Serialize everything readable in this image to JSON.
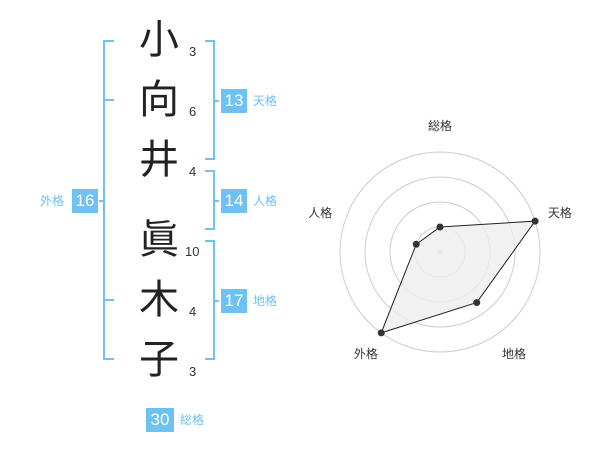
{
  "name": {
    "characters": [
      {
        "char": "小",
        "strokes": "3"
      },
      {
        "char": "向",
        "strokes": "6"
      },
      {
        "char": "井",
        "strokes": "4"
      },
      {
        "char": "眞",
        "strokes": "10"
      },
      {
        "char": "木",
        "strokes": "4"
      },
      {
        "char": "子",
        "strokes": "3"
      }
    ]
  },
  "fortunes": {
    "tenkaku": {
      "value": "13",
      "label": "天格"
    },
    "jinkaku": {
      "value": "14",
      "label": "人格"
    },
    "chikaku": {
      "value": "17",
      "label": "地格"
    },
    "gaikaku": {
      "value": "16",
      "label": "外格"
    },
    "soukaku": {
      "value": "30",
      "label": "総格"
    }
  },
  "colors": {
    "accent": "#6ec1f0",
    "bracket": "#6ec1f0",
    "radar_fill": "#eeeeee",
    "radar_line": "#222222",
    "grid": "#cccccc"
  },
  "chart_data": {
    "type": "radar",
    "axes": [
      "総格",
      "天格",
      "地格",
      "外格",
      "人格"
    ],
    "values": [
      1.0,
      4.0,
      2.5,
      4.0,
      1.0
    ],
    "max": 4,
    "rings": 4
  }
}
